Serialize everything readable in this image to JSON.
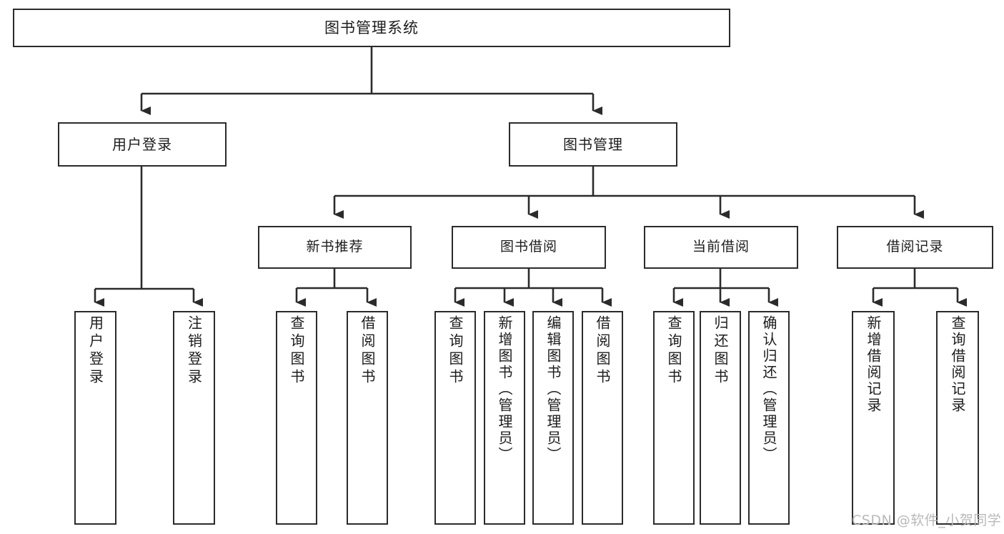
{
  "diagram": {
    "title": "图书管理系统",
    "type": "tree-hierarchy",
    "orientation": "top-down",
    "colors": {
      "box_border": "#2b2b2b",
      "box_fill": "#ffffff",
      "edge": "#2b2b2b",
      "text": "#1c1c1c",
      "watermark": "#b9b9b9"
    },
    "nodes": {
      "root": {
        "label": "图书管理系统"
      },
      "level1": [
        {
          "id": "user-login",
          "label": "用户登录"
        },
        {
          "id": "book-manage",
          "label": "图书管理"
        }
      ],
      "level2": [
        {
          "id": "new-book-recommend",
          "label": "新书推荐"
        },
        {
          "id": "book-borrow",
          "label": "图书借阅"
        },
        {
          "id": "current-borrow",
          "label": "当前借阅"
        },
        {
          "id": "borrow-record",
          "label": "借阅记录"
        }
      ],
      "leaves": {
        "user_login": [
          {
            "id": "leaf-user-login",
            "label": "用户登录"
          },
          {
            "id": "leaf-logout-login",
            "label": "注销登录"
          }
        ],
        "new_book_recommend": [
          {
            "id": "leaf-query-book-1",
            "label": "查询图书"
          },
          {
            "id": "leaf-borrow-book-1",
            "label": "借阅图书"
          }
        ],
        "book_borrow": [
          {
            "id": "leaf-query-book-2",
            "label": "查询图书"
          },
          {
            "id": "leaf-add-book-admin",
            "label": "新增图书（管理员）"
          },
          {
            "id": "leaf-edit-book-admin",
            "label": "编辑图书（管理员）"
          },
          {
            "id": "leaf-borrow-book-2",
            "label": "借阅图书"
          }
        ],
        "current_borrow": [
          {
            "id": "leaf-query-book-3",
            "label": "查询图书"
          },
          {
            "id": "leaf-return-book",
            "label": "归还图书"
          },
          {
            "id": "leaf-confirm-return-admin",
            "label": "确认归还（管理员）"
          }
        ],
        "borrow_record": [
          {
            "id": "leaf-add-borrow-record",
            "label": "新增借阅记录"
          },
          {
            "id": "leaf-query-borrow-record",
            "label": "查询借阅记录"
          }
        ]
      }
    },
    "watermark": "CSDN @软件_小贺同学"
  }
}
